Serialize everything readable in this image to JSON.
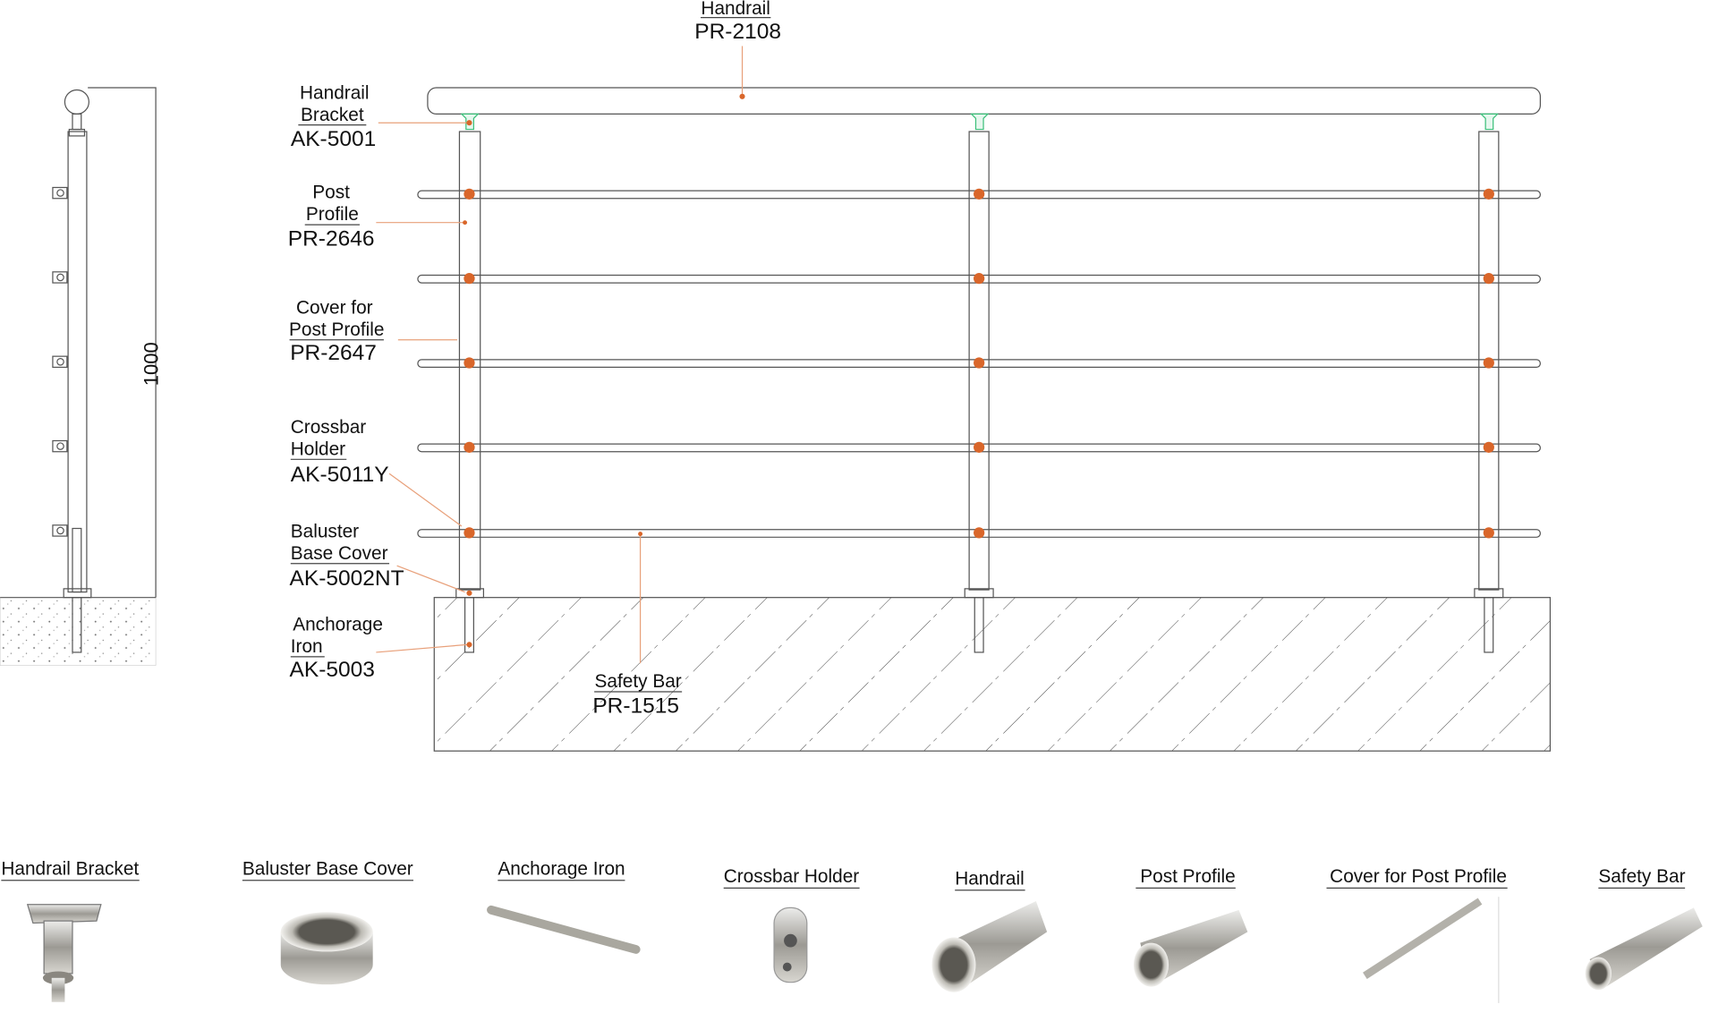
{
  "side_view": {
    "dimension": "1000"
  },
  "callouts": {
    "handrail": {
      "name": "Handrail",
      "code": "PR-2108"
    },
    "handrail_bracket": {
      "name1": "Handrail",
      "name2": "Bracket",
      "code": "AK-5001"
    },
    "post_profile": {
      "name1": "Post",
      "name2": "Profile",
      "code": "PR-2646"
    },
    "cover_post_profile": {
      "name1": "Cover for",
      "name2": "Post Profile",
      "code": "PR-2647"
    },
    "crossbar_holder": {
      "name1": "Crossbar",
      "name2": "Holder",
      "code": "AK-5011Y"
    },
    "baluster_base_cover": {
      "name1": "Baluster",
      "name2": "Base Cover",
      "code": "AK-5002NT"
    },
    "anchorage_iron": {
      "name1": "Anchorage",
      "name2": "Iron",
      "code": "AK-5003"
    },
    "safety_bar": {
      "name": "Safety Bar",
      "code": "PR-1515"
    }
  },
  "parts": [
    "Handrail Bracket",
    "Baluster Base Cover",
    "Anchorage Iron",
    "Crossbar Holder",
    "Handrail",
    "Post Profile",
    "Cover for Post Profile",
    "Safety Bar"
  ],
  "colors": {
    "marker": "#d9662a",
    "leader": "#e8a07a",
    "bracket": "#3cbf7a"
  }
}
